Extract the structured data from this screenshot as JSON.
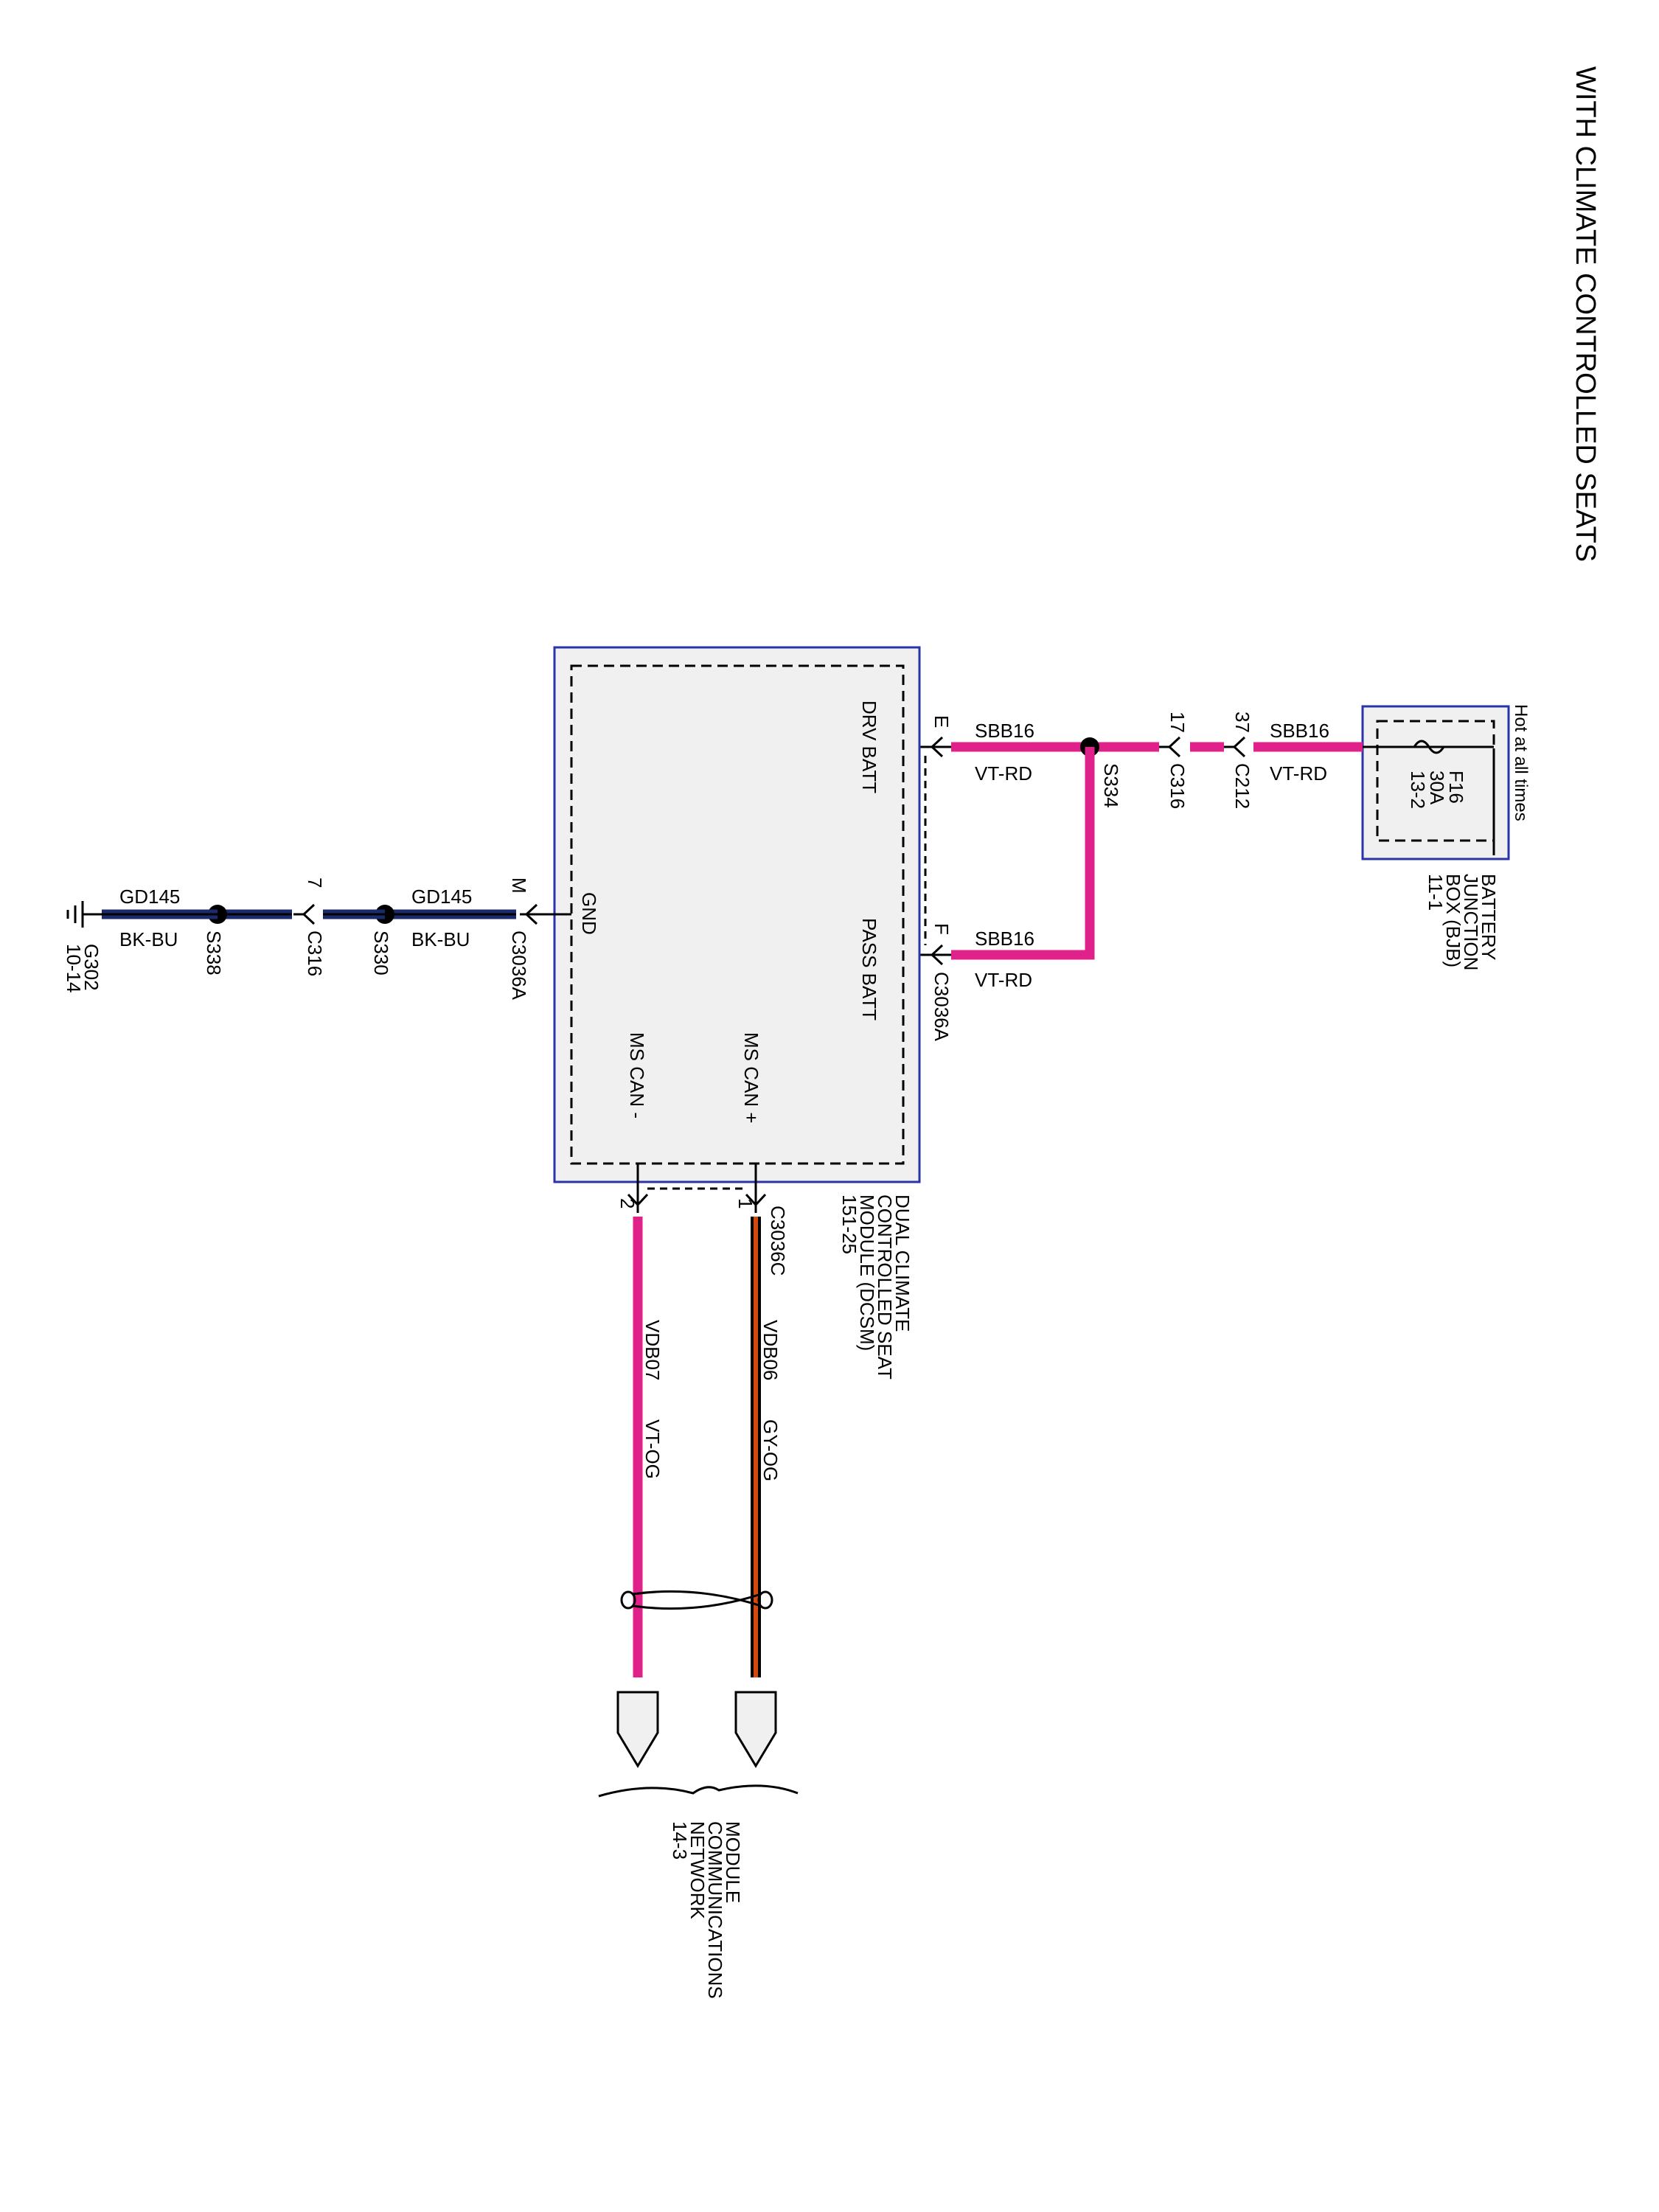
{
  "title": "WITH CLIMATE CONTROLLED SEATS",
  "colors": {
    "vt_rd": "#e0218a",
    "vt_og": "#e0218a",
    "gy_og_stripe": "#d24a10",
    "bk_bu": "#1b2a6b",
    "box_border": "#2a33a8",
    "box_fill": "#f0f0f0"
  },
  "bjb": {
    "hot_label": "Hot at all times",
    "fuse_id": "F16",
    "fuse_rating": "30A",
    "fuse_ref": "13-2",
    "name": [
      "BATTERY",
      "JUNCTION",
      "BOX (BJB)",
      "11-1"
    ]
  },
  "feed": {
    "circuit": "SBB16",
    "color_code": "VT-RD",
    "c212_pin": "37",
    "c212": "C212",
    "c316_pin": "17",
    "c316": "C316",
    "splice": "S334",
    "drv_pin": "E",
    "pass_pin": "F",
    "pass_connector": "C3036A"
  },
  "module": {
    "name": [
      "DUAL CLIMATE",
      "CONTROLLED SEAT",
      "MODULE (DCSM)",
      "151-25"
    ],
    "pins": {
      "drv_batt": "DRV BATT",
      "pass_batt": "PASS BATT",
      "gnd": "GND",
      "ms_can_plus": "MS CAN +",
      "ms_can_minus": "MS CAN -"
    }
  },
  "ground": {
    "circuit": "GD145",
    "color_code": "BK-BU",
    "pin": "M",
    "connector": "C3036A",
    "splice1": "S330",
    "c316_pin": "7",
    "c316": "C316",
    "splice2": "S338",
    "ground_point": "G302",
    "ground_ref": "10-14"
  },
  "can": {
    "connector": "C3036C",
    "plus_pin": "1",
    "minus_pin": "2",
    "plus_circuit": "VDB06",
    "plus_color": "GY-OG",
    "minus_circuit": "VDB07",
    "minus_color": "VT-OG",
    "network": [
      "MODULE",
      "COMMUNICATIONS",
      "NETWORK",
      "14-3"
    ]
  }
}
